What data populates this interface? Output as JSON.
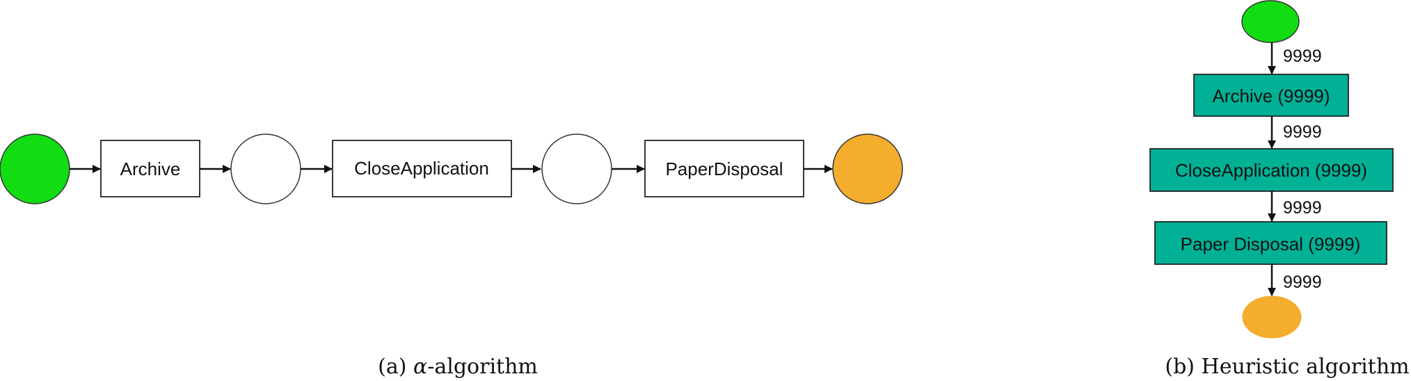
{
  "colors": {
    "start": "#12dc12",
    "end": "#f4ad2c",
    "activity_b": "#00b196",
    "stroke": "#333333"
  },
  "panel_a": {
    "activities": [
      "Archive",
      "CloseApplication",
      "PaperDisposal"
    ],
    "caption_prefix": "(a) ",
    "caption_symbol": "α",
    "caption_suffix": "-algorithm"
  },
  "panel_b": {
    "activities": [
      "Archive (9999)",
      "CloseApplication (9999)",
      "Paper Disposal (9999)"
    ],
    "edge_labels": [
      "9999",
      "9999",
      "9999",
      "9999"
    ],
    "caption": "(b) Heuristic algorithm"
  }
}
